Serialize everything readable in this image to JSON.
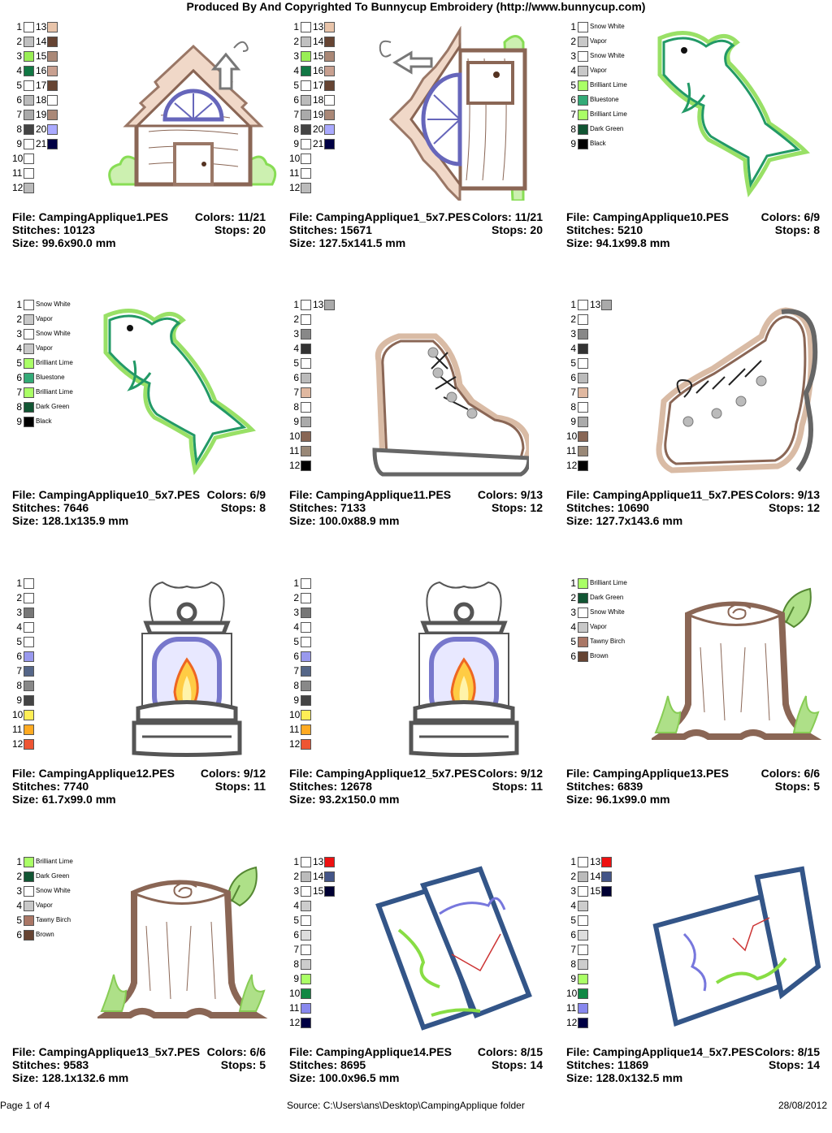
{
  "header": {
    "title": "Produced By And Copyrighted To Bunnycup Embroidery (http://www.bunnycup.com)"
  },
  "footer": {
    "page": "Page 1 of 4",
    "source": "Source: C:\\Users\\ans\\Desktop\\CampingApplique folder",
    "date": "28/08/2012"
  },
  "designs": [
    {
      "file": "File: CampingApplique1.PES",
      "stitches": "Stitches: 10123",
      "size": "Size: 99.6x90.0 mm",
      "colors": "Colors: 11/21",
      "stops": "Stops: 20",
      "art": "house",
      "colors_list": [
        [
          "1",
          "#ffffff"
        ],
        [
          "2",
          "#c0c0c0"
        ],
        [
          "3",
          "#99ee55"
        ],
        [
          "4",
          "#117744"
        ],
        [
          "5",
          "#ffffff"
        ],
        [
          "6",
          "#bbbbbb"
        ],
        [
          "7",
          "#aaaaaa"
        ],
        [
          "8",
          "#444444"
        ],
        [
          "9",
          "#ffffff"
        ],
        [
          "10",
          "#ffffff"
        ],
        [
          "11",
          "#ffffff"
        ],
        [
          "12",
          "#bbbbbb"
        ],
        [
          "13",
          "#e8c4aa"
        ],
        [
          "14",
          "#664433"
        ],
        [
          "15",
          "#aa8877"
        ],
        [
          "16",
          "#c8a090"
        ],
        [
          "17",
          "#664433"
        ],
        [
          "18",
          "#ffffff"
        ],
        [
          "19",
          "#aa8877"
        ],
        [
          "20",
          "#aaaaff"
        ],
        [
          "21",
          "#000044"
        ]
      ]
    },
    {
      "file": "File: CampingApplique1_5x7.PES",
      "stitches": "Stitches: 15671",
      "size": "Size: 127.5x141.5 mm",
      "colors": "Colors: 11/21",
      "stops": "Stops: 20",
      "art": "house-side",
      "colors_list": [
        [
          "1",
          "#ffffff"
        ],
        [
          "2",
          "#c0c0c0"
        ],
        [
          "3",
          "#99ee55"
        ],
        [
          "4",
          "#117744"
        ],
        [
          "5",
          "#ffffff"
        ],
        [
          "6",
          "#bbbbbb"
        ],
        [
          "7",
          "#aaaaaa"
        ],
        [
          "8",
          "#444444"
        ],
        [
          "9",
          "#ffffff"
        ],
        [
          "10",
          "#ffffff"
        ],
        [
          "11",
          "#ffffff"
        ],
        [
          "12",
          "#bbbbbb"
        ],
        [
          "13",
          "#e8c4aa"
        ],
        [
          "14",
          "#664433"
        ],
        [
          "15",
          "#aa8877"
        ],
        [
          "16",
          "#c8a090"
        ],
        [
          "17",
          "#664433"
        ],
        [
          "18",
          "#ffffff"
        ],
        [
          "19",
          "#aa8877"
        ],
        [
          "20",
          "#aaaaff"
        ],
        [
          "21",
          "#000044"
        ]
      ]
    },
    {
      "file": "File: CampingApplique10.PES",
      "stitches": "Stitches: 5210",
      "size": "Size: 94.1x99.8 mm",
      "colors": "Colors: 6/9",
      "stops": "Stops: 8",
      "art": "fish",
      "colors_list": [
        [
          "1",
          "#ffffff",
          "Snow White"
        ],
        [
          "2",
          "#c8c8c8",
          "Vapor"
        ],
        [
          "3",
          "#ffffff",
          "Snow White"
        ],
        [
          "4",
          "#c8c8c8",
          "Vapor"
        ],
        [
          "5",
          "#aaff66",
          "Brilliant Lime"
        ],
        [
          "6",
          "#33aa77",
          "Bluestone"
        ],
        [
          "7",
          "#aaff66",
          "Brilliant Lime"
        ],
        [
          "8",
          "#115533",
          "Dark Green"
        ],
        [
          "9",
          "#000000",
          "Black"
        ]
      ]
    },
    {
      "file": "File: CampingApplique10_5x7.PES",
      "stitches": "Stitches: 7646",
      "size": "Size: 128.1x135.9 mm",
      "colors": "Colors: 6/9",
      "stops": "Stops: 8",
      "art": "fish",
      "colors_list": [
        [
          "1",
          "#ffffff",
          "Snow White"
        ],
        [
          "2",
          "#c8c8c8",
          "Vapor"
        ],
        [
          "3",
          "#ffffff",
          "Snow White"
        ],
        [
          "4",
          "#c8c8c8",
          "Vapor"
        ],
        [
          "5",
          "#aaff66",
          "Brilliant Lime"
        ],
        [
          "6",
          "#33aa77",
          "Bluestone"
        ],
        [
          "7",
          "#aaff66",
          "Brilliant Lime"
        ],
        [
          "8",
          "#115533",
          "Dark Green"
        ],
        [
          "9",
          "#000000",
          "Black"
        ]
      ]
    },
    {
      "file": "File: CampingApplique11.PES",
      "stitches": "Stitches: 7133",
      "size": "Size: 100.0x88.9 mm",
      "colors": "Colors: 9/13",
      "stops": "Stops: 12",
      "art": "boot",
      "colors_list": [
        [
          "1",
          "#ffffff"
        ],
        [
          "2",
          "#ffffff"
        ],
        [
          "3",
          "#888888"
        ],
        [
          "4",
          "#333333"
        ],
        [
          "5",
          "#ffffff"
        ],
        [
          "6",
          "#bbbbbb"
        ],
        [
          "7",
          "#e0b8a0"
        ],
        [
          "8",
          "#ffffff"
        ],
        [
          "9",
          "#aaaaaa"
        ],
        [
          "10",
          "#886655"
        ],
        [
          "11",
          "#998877"
        ],
        [
          "12",
          "#000000"
        ],
        [
          "13",
          "#aaaaaa"
        ]
      ]
    },
    {
      "file": "File: CampingApplique11_5x7.PES",
      "stitches": "Stitches: 10690",
      "size": "Size: 127.7x143.6 mm",
      "colors": "Colors: 9/13",
      "stops": "Stops: 12",
      "art": "boot-tilt",
      "colors_list": [
        [
          "1",
          "#ffffff"
        ],
        [
          "2",
          "#ffffff"
        ],
        [
          "3",
          "#888888"
        ],
        [
          "4",
          "#333333"
        ],
        [
          "5",
          "#ffffff"
        ],
        [
          "6",
          "#bbbbbb"
        ],
        [
          "7",
          "#e0b8a0"
        ],
        [
          "8",
          "#ffffff"
        ],
        [
          "9",
          "#aaaaaa"
        ],
        [
          "10",
          "#886655"
        ],
        [
          "11",
          "#998877"
        ],
        [
          "12",
          "#000000"
        ],
        [
          "13",
          "#aaaaaa"
        ]
      ]
    },
    {
      "file": "File: CampingApplique12.PES",
      "stitches": "Stitches: 7740",
      "size": "Size: 61.7x99.0 mm",
      "colors": "Colors: 9/12",
      "stops": "Stops: 11",
      "art": "lantern",
      "colors_list": [
        [
          "1",
          "#ffffff"
        ],
        [
          "2",
          "#ffffff"
        ],
        [
          "3",
          "#777777"
        ],
        [
          "4",
          "#ffffff"
        ],
        [
          "5",
          "#ffffff"
        ],
        [
          "6",
          "#9999ee"
        ],
        [
          "7",
          "#556688"
        ],
        [
          "8",
          "#888888"
        ],
        [
          "9",
          "#444444"
        ],
        [
          "10",
          "#ffee55"
        ],
        [
          "11",
          "#ffaa22"
        ],
        [
          "12",
          "#ee5533"
        ]
      ]
    },
    {
      "file": "File: CampingApplique12_5x7.PES",
      "stitches": "Stitches: 12678",
      "size": "Size: 93.2x150.0 mm",
      "colors": "Colors: 9/12",
      "stops": "Stops: 11",
      "art": "lantern",
      "colors_list": [
        [
          "1",
          "#ffffff"
        ],
        [
          "2",
          "#ffffff"
        ],
        [
          "3",
          "#777777"
        ],
        [
          "4",
          "#ffffff"
        ],
        [
          "5",
          "#ffffff"
        ],
        [
          "6",
          "#9999ee"
        ],
        [
          "7",
          "#556688"
        ],
        [
          "8",
          "#888888"
        ],
        [
          "9",
          "#444444"
        ],
        [
          "10",
          "#ffee55"
        ],
        [
          "11",
          "#ffaa22"
        ],
        [
          "12",
          "#ee5533"
        ]
      ]
    },
    {
      "file": "File: CampingApplique13.PES",
      "stitches": "Stitches: 6839",
      "size": "Size: 96.1x99.0 mm",
      "colors": "Colors: 6/6",
      "stops": "Stops: 5",
      "art": "stump",
      "colors_list": [
        [
          "1",
          "#aaff66",
          "Brilliant Lime"
        ],
        [
          "2",
          "#115533",
          "Dark Green"
        ],
        [
          "3",
          "#ffffff",
          "Snow White"
        ],
        [
          "4",
          "#c8c8c8",
          "Vapor"
        ],
        [
          "5",
          "#aa7766",
          "Tawny Birch"
        ],
        [
          "6",
          "#664433",
          "Brown"
        ]
      ]
    },
    {
      "file": "File: CampingApplique13_5x7.PES",
      "stitches": "Stitches: 9583",
      "size": "Size: 128.1x132.6 mm",
      "colors": "Colors: 6/6",
      "stops": "Stops: 5",
      "art": "stump",
      "colors_list": [
        [
          "1",
          "#aaff66",
          "Brilliant Lime"
        ],
        [
          "2",
          "#115533",
          "Dark Green"
        ],
        [
          "3",
          "#ffffff",
          "Snow White"
        ],
        [
          "4",
          "#c8c8c8",
          "Vapor"
        ],
        [
          "5",
          "#aa7766",
          "Tawny Birch"
        ],
        [
          "6",
          "#664433",
          "Brown"
        ]
      ]
    },
    {
      "file": "File: CampingApplique14.PES",
      "stitches": "Stitches: 8695",
      "size": "Size: 100.0x96.5 mm",
      "colors": "Colors: 8/15",
      "stops": "Stops: 14",
      "art": "map",
      "colors_list": [
        [
          "1",
          "#ffffff"
        ],
        [
          "2",
          "#bbbbbb"
        ],
        [
          "3",
          "#ffffff"
        ],
        [
          "4",
          "#cccccc"
        ],
        [
          "5",
          "#ffffff"
        ],
        [
          "6",
          "#dddddd"
        ],
        [
          "7",
          "#ffffff"
        ],
        [
          "8",
          "#cccccc"
        ],
        [
          "9",
          "#aaff66"
        ],
        [
          "10",
          "#118844"
        ],
        [
          "11",
          "#8888ee"
        ],
        [
          "12",
          "#000044"
        ],
        [
          "13",
          "#ee1111"
        ],
        [
          "14",
          "#445588"
        ],
        [
          "15",
          "#000033"
        ]
      ]
    },
    {
      "file": "File: CampingApplique14_5x7.PES",
      "stitches": "Stitches: 11869",
      "size": "Size: 128.0x132.5 mm",
      "colors": "Colors: 8/15",
      "stops": "Stops: 14",
      "art": "map-tilt",
      "colors_list": [
        [
          "1",
          "#ffffff"
        ],
        [
          "2",
          "#bbbbbb"
        ],
        [
          "3",
          "#ffffff"
        ],
        [
          "4",
          "#cccccc"
        ],
        [
          "5",
          "#ffffff"
        ],
        [
          "6",
          "#dddddd"
        ],
        [
          "7",
          "#ffffff"
        ],
        [
          "8",
          "#cccccc"
        ],
        [
          "9",
          "#aaff66"
        ],
        [
          "10",
          "#118844"
        ],
        [
          "11",
          "#8888ee"
        ],
        [
          "12",
          "#000044"
        ],
        [
          "13",
          "#ee1111"
        ],
        [
          "14",
          "#445588"
        ],
        [
          "15",
          "#000033"
        ]
      ]
    }
  ]
}
